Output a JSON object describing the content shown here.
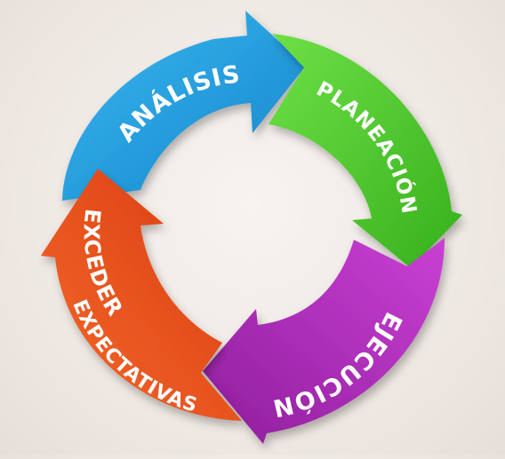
{
  "diagram": {
    "segments": [
      {
        "id": "analisis",
        "label": "ANÁLISIS",
        "color": "#1ea3e3"
      },
      {
        "id": "planeacion",
        "label": "PLANEACIÓN",
        "color": "#4dcc2c"
      },
      {
        "id": "ejecucion",
        "label": "EJECUCIÓN",
        "color": "#b12dbd"
      },
      {
        "id": "exceder",
        "label": "EXCEDER",
        "label2": "EXPECTATIVAS",
        "color": "#f2501f"
      }
    ]
  }
}
